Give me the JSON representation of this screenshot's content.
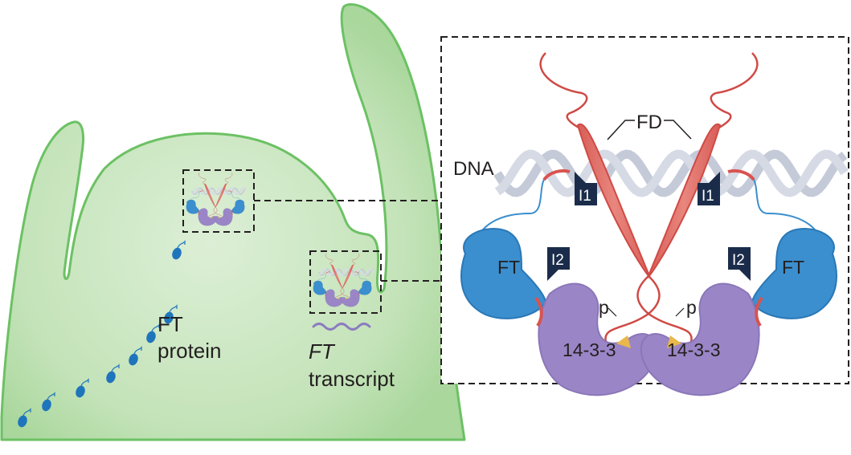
{
  "figure": {
    "left_panel": {
      "labels": {
        "ft_protein_line1": "FT",
        "ft_protein_line2": "protein",
        "ft_transcript_line1": "FT",
        "ft_transcript_line2": "transcript"
      },
      "ft_protein_particles": 8,
      "colors": {
        "tissue_fill": "#cfe6c6",
        "tissue_stroke": "#6cc164",
        "ft_protein": "#1f75bb",
        "transcript": "#8b7cc0"
      }
    },
    "right_panel": {
      "labels": {
        "dna": "DNA",
        "fd": "FD",
        "i1_left": "I1",
        "i1_right": "I1",
        "i2_left": "I2",
        "i2_right": "I2",
        "ft_left": "FT",
        "ft_right": "FT",
        "p_left": "p",
        "p_right": "p",
        "protein_1433_left": "14-3-3",
        "protein_1433_right": "14-3-3"
      },
      "colors": {
        "fd": "#e07a72",
        "fd_stroke": "#cf4a45",
        "dna": "#c5cad8",
        "ft": "#3b8fce",
        "protein_1433": "#9a86c6",
        "tag": "#1b2c4b",
        "phospho": "#e8b84a",
        "interface": "#d9534f",
        "linker": "#3b8fce"
      }
    }
  }
}
